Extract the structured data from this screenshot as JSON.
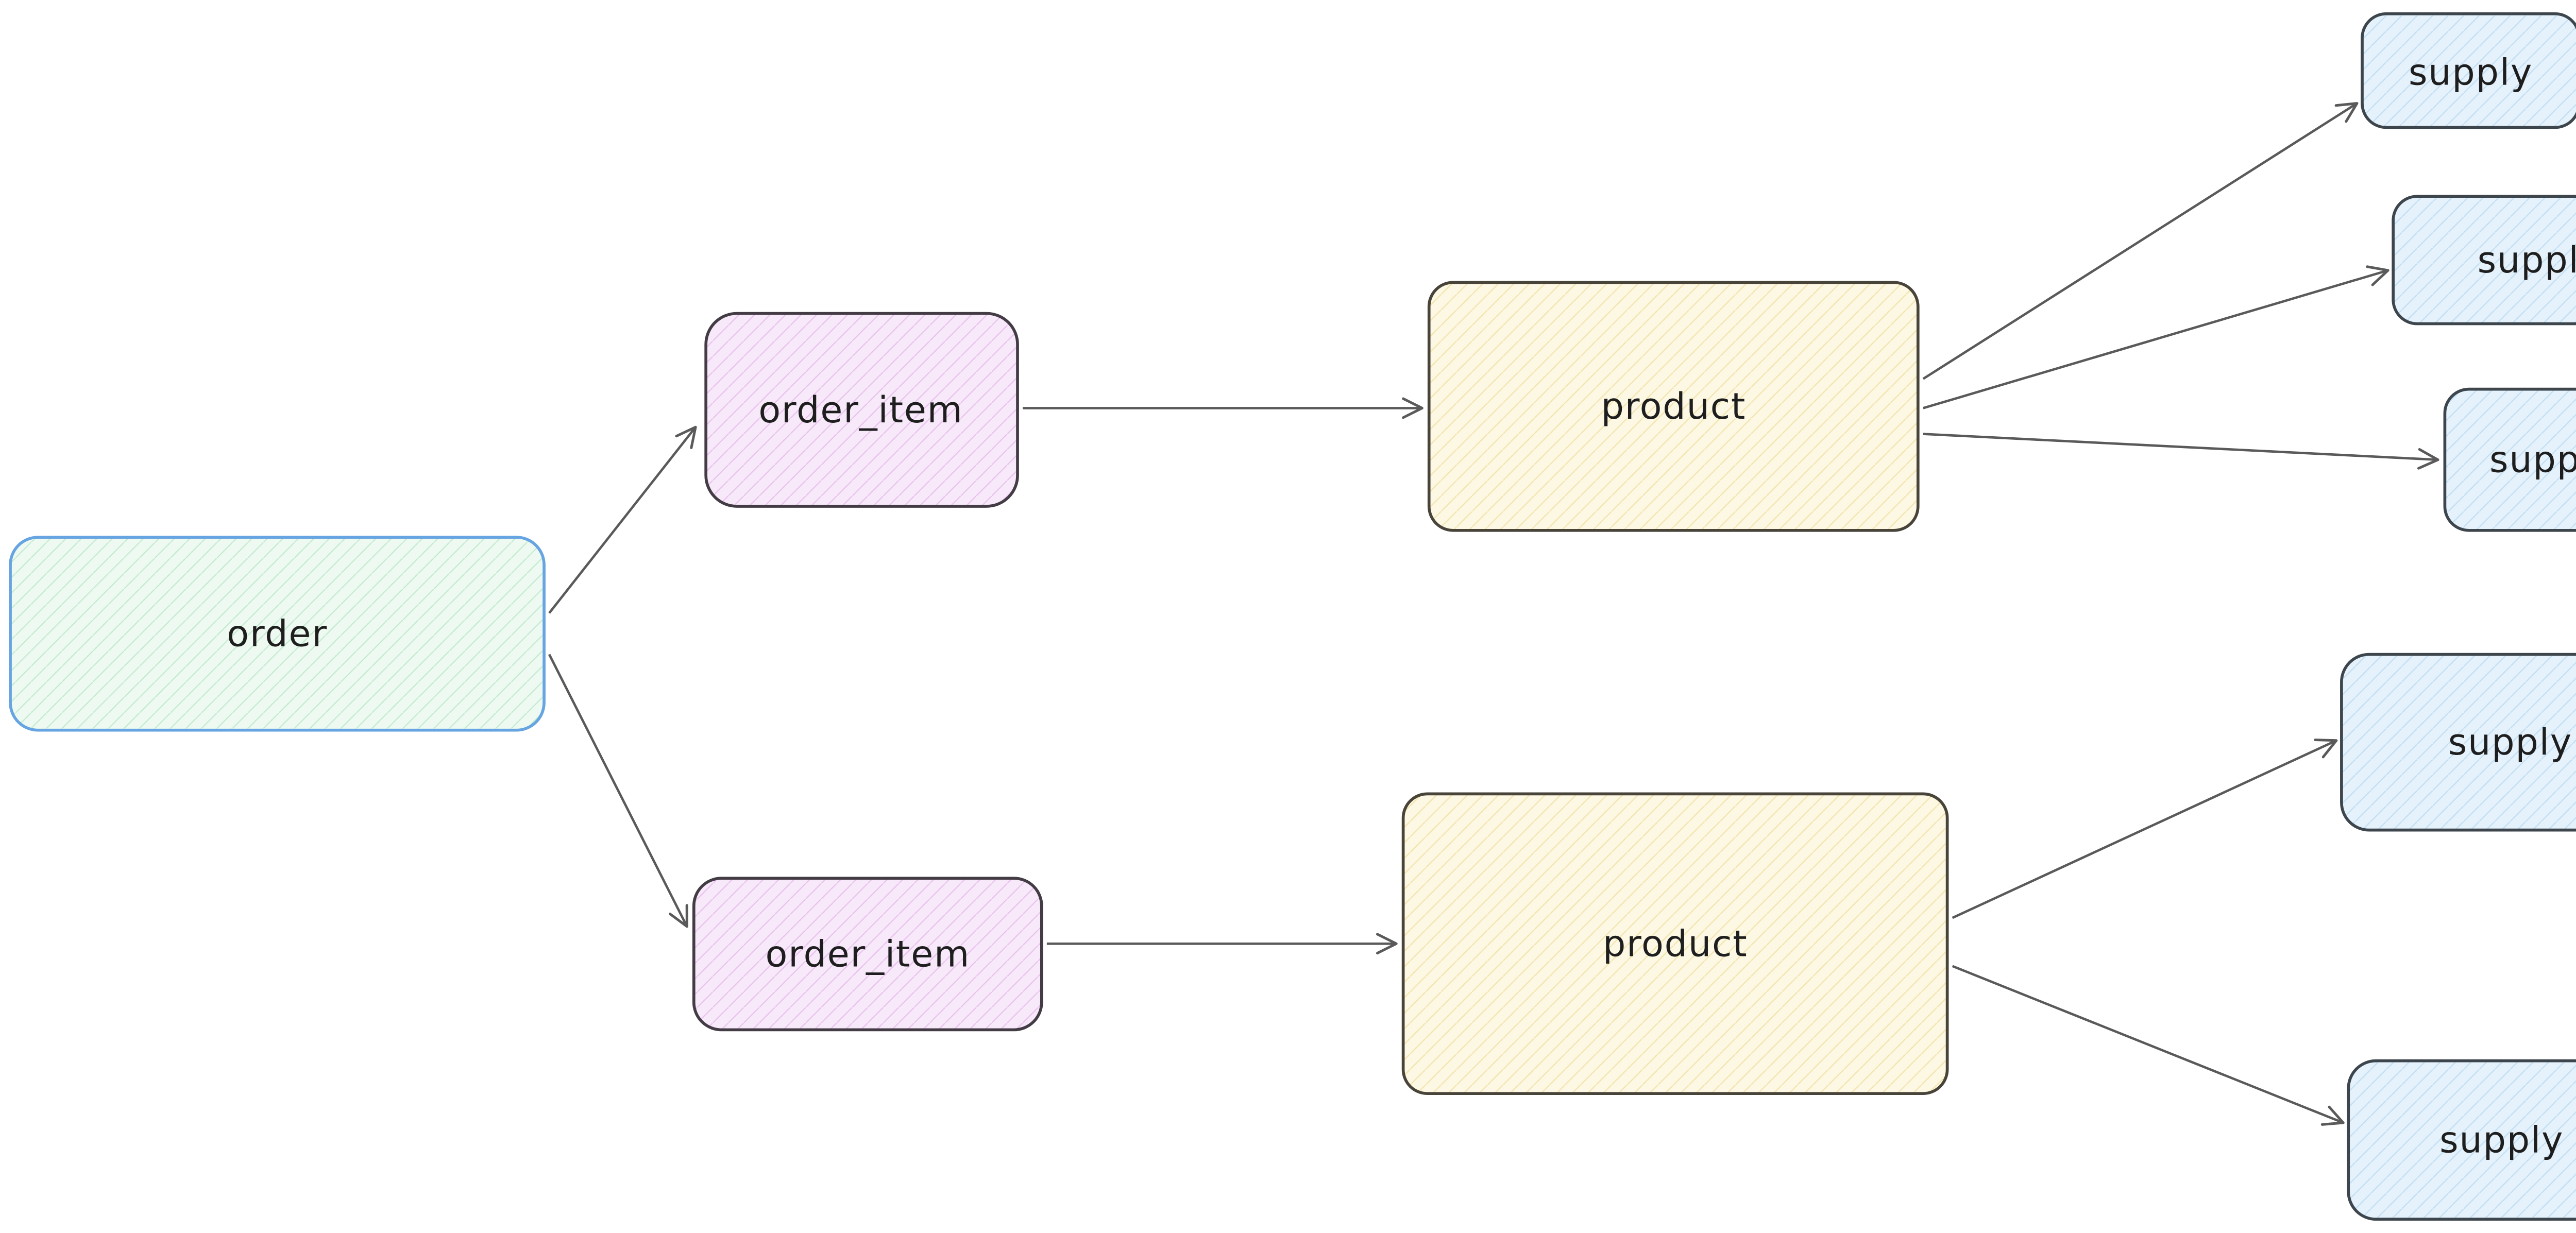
{
  "diagram": {
    "nodes": [
      {
        "id": "order",
        "label": "order",
        "type": "order"
      },
      {
        "id": "order_item_1",
        "label": "order_item",
        "type": "order_item"
      },
      {
        "id": "order_item_2",
        "label": "order_item",
        "type": "order_item"
      },
      {
        "id": "product_1",
        "label": "product",
        "type": "product"
      },
      {
        "id": "product_2",
        "label": "product",
        "type": "product"
      },
      {
        "id": "supply_1",
        "label": "supply",
        "type": "supply"
      },
      {
        "id": "supply_2",
        "label": "supply",
        "type": "supply"
      },
      {
        "id": "supply_3",
        "label": "supply",
        "type": "supply"
      },
      {
        "id": "supply_4",
        "label": "supply",
        "type": "supply"
      },
      {
        "id": "supply_5",
        "label": "supply",
        "type": "supply"
      }
    ],
    "edges": [
      {
        "from": "order",
        "to": "order_item_1"
      },
      {
        "from": "order",
        "to": "order_item_2"
      },
      {
        "from": "order_item_1",
        "to": "product_1"
      },
      {
        "from": "order_item_2",
        "to": "product_2"
      },
      {
        "from": "product_1",
        "to": "supply_1"
      },
      {
        "from": "product_1",
        "to": "supply_2"
      },
      {
        "from": "product_1",
        "to": "supply_3"
      },
      {
        "from": "product_2",
        "to": "supply_4"
      },
      {
        "from": "product_2",
        "to": "supply_5"
      }
    ]
  },
  "colors": {
    "order": {
      "fill": "#eefaf1",
      "hatch": "#b9e6c9",
      "border": "#66a4e2"
    },
    "order_item": {
      "fill": "#f8e9fa",
      "hatch": "#e4b9ea",
      "border": "#433c44"
    },
    "product": {
      "fill": "#fdf8e3",
      "hatch": "#f0dfa2",
      "border": "#49443a"
    },
    "supply": {
      "fill": "#e5f2fb",
      "hatch": "#b9daf1",
      "border": "#3e464d"
    },
    "edge": "#5a5a5a"
  }
}
